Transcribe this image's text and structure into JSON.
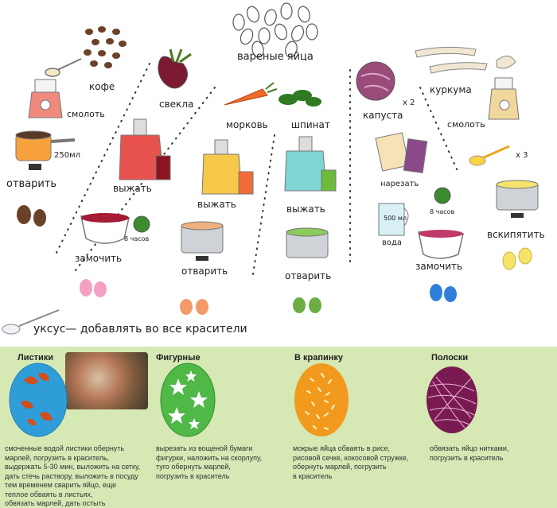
{
  "top": {
    "eggs_title": "вареные яйца",
    "coffee": {
      "label": "кофе",
      "grind": "смолоть",
      "volume": "250мл",
      "boil": "отварить"
    },
    "beet": {
      "label": "свекла",
      "squeeze": "выжать",
      "soak": "замочить",
      "hours": "8 часов"
    },
    "carrot": {
      "label": "морковь",
      "squeeze": "выжать",
      "boil": "отварить"
    },
    "spinach": {
      "label": "шпинат",
      "squeeze": "выжать",
      "boil": "отварить"
    },
    "cabbage": {
      "label": "капуста",
      "mult": "x 2",
      "cut": "нарезать",
      "water": "вода",
      "volume": "500 мл",
      "hours": "8 часов",
      "soak": "замочить"
    },
    "turmeric": {
      "label": "куркума",
      "grind": "смолоть",
      "mult": "x 3",
      "boil": "вскипятить"
    },
    "vinegar": "уксус— добавлять во все красители"
  },
  "bottom": {
    "leaves": {
      "title": "Листики",
      "text": "смоченные водой листики обернуть\nмарлей, погрузить в краситель,\nвыдержать 5-30 мин, выложить на сетку,\nдать стечь раствору, выложить в посуду\nтем временем сварить яйцо, еще\nтеплое обваять в листьях,\nобвязать марлей, дать остыть"
    },
    "shapes": {
      "title": "Фигурные",
      "text": "вырезать из вощеной бумаги\nфигурки, наложить на скорлупу,\nтуго обернуть марлей,\nпогрузить в краситель"
    },
    "speckled": {
      "title": "В крапинку",
      "text": "мокрые яйца обваять в рисе,\nрисовой сечке, кокосовой стружке,\nобернуть марлей, погрузить\nв краситель"
    },
    "stripes": {
      "title": "Полоски",
      "text": "обвязать яйцо нитками,\nпогрузить в краситель"
    }
  },
  "colors": {
    "bottom_bg": "#d6e8b4",
    "brown": "#5a3a26",
    "beet": "#7b1a32",
    "pink": "#f2a0c4",
    "orange": "#f29a6a",
    "green": "#6cae43",
    "blue": "#2f7fd8",
    "yellow": "#f5e36a"
  }
}
